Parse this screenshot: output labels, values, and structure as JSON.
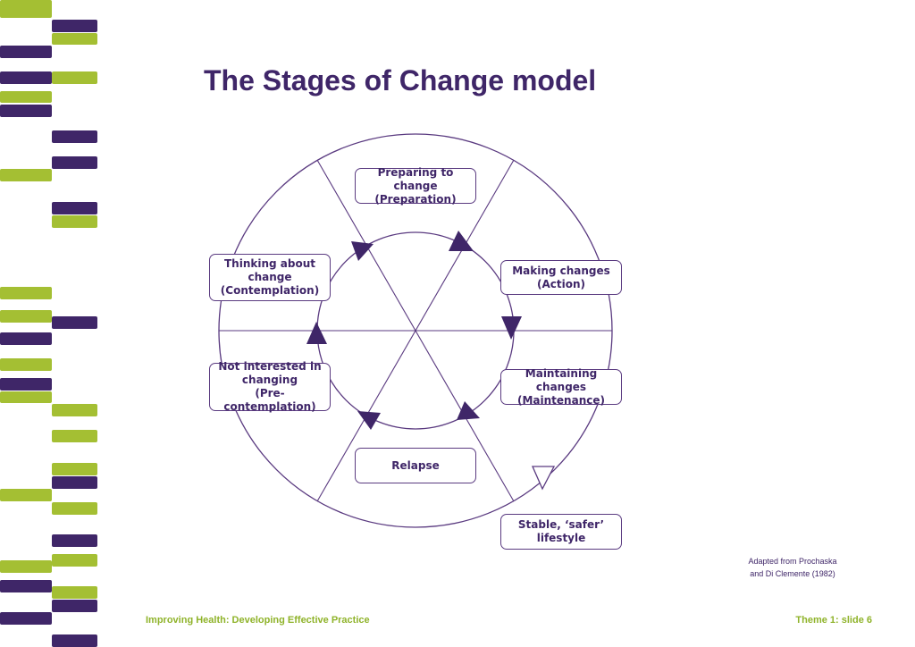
{
  "title": "The Stages of Change model",
  "colors": {
    "purple": "#3f2668",
    "green": "#a4bf33"
  },
  "stages": {
    "preparation": "Preparing to\nchange (Preparation)",
    "action": "Making changes\n(Action)",
    "maintenance": "Maintaining\nchanges (Maintenance)",
    "relapse": "Relapse",
    "precontemplation": "Not interested in\nchanging\n(Pre-contemplation)",
    "contemplation": "Thinking about\nchange\n(Contemplation)",
    "stable": "Stable, ‘safer’\nlifestyle"
  },
  "credit": "Adapted from Prochaska\nand Di Clemente (1982)",
  "footer": {
    "left": "Improving Health: Developing Effective Practice",
    "right": "Theme 1: slide 6"
  }
}
